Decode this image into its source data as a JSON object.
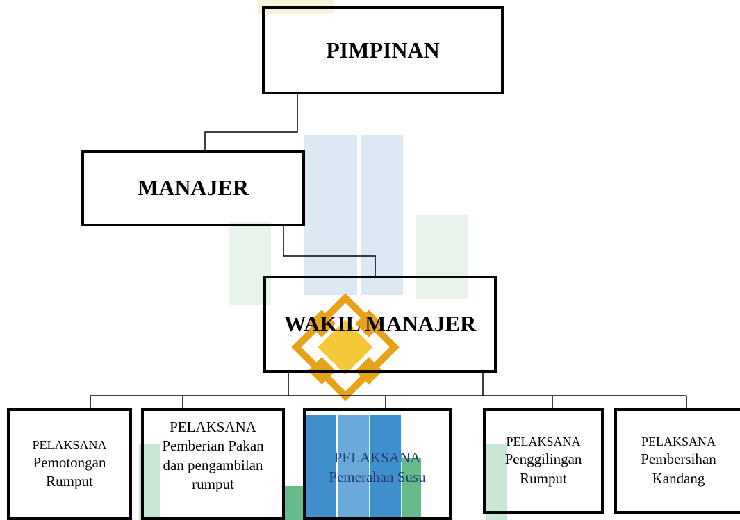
{
  "chart_data": {
    "type": "diagram",
    "nodes": [
      {
        "id": "pimpinan",
        "title": "PIMPINAN"
      },
      {
        "id": "manajer",
        "title": "MANAJER"
      },
      {
        "id": "wakil",
        "title": "WAKIL MANAJER"
      },
      {
        "id": "p1",
        "role": "PELAKSANA",
        "task": "Pemotongan Rumput"
      },
      {
        "id": "p2",
        "role": "PELAKSANA",
        "task": "Pemberian Pakan dan pengambilan rumput"
      },
      {
        "id": "p3",
        "role": "PELAKSANA",
        "task": "Pemerahan Susu"
      },
      {
        "id": "p4",
        "role": "PELAKSANA",
        "task": "Penggilingan Rumput"
      },
      {
        "id": "p5",
        "role": "PELAKSANA",
        "task": "Pembersihan Kandang"
      }
    ],
    "edges": [
      [
        "pimpinan",
        "manajer"
      ],
      [
        "manajer",
        "wakil"
      ],
      [
        "wakil",
        "p1"
      ],
      [
        "wakil",
        "p2"
      ],
      [
        "wakil",
        "p3"
      ],
      [
        "wakil",
        "p4"
      ],
      [
        "wakil",
        "p5"
      ]
    ]
  }
}
